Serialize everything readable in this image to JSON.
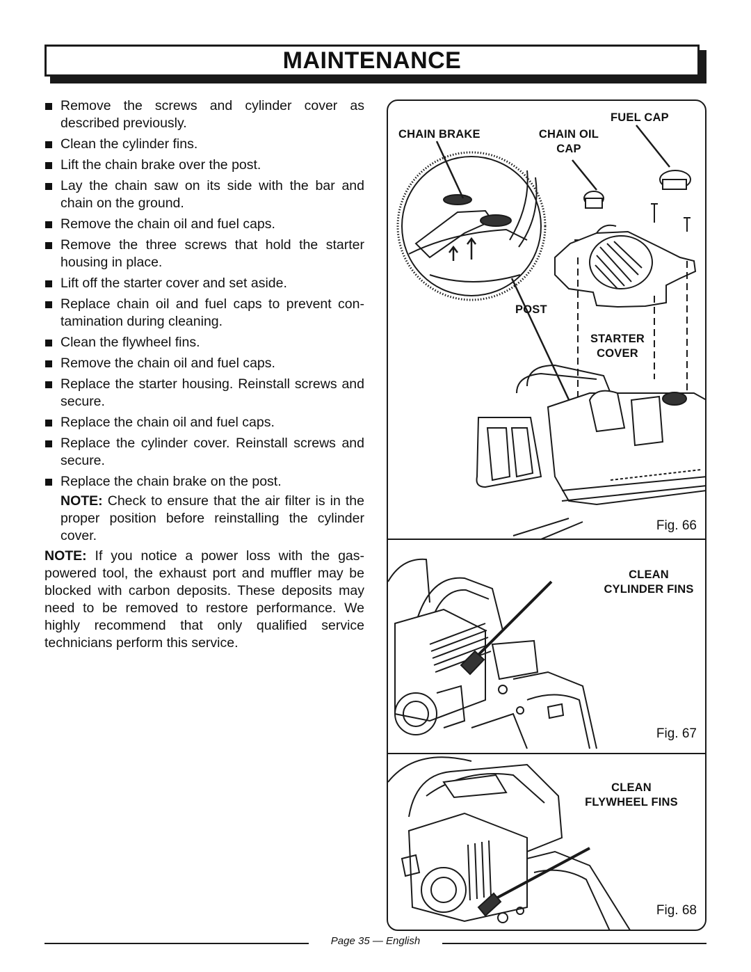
{
  "header": {
    "title": "MAINTENANCE"
  },
  "steps": [
    "Remove the screws and cylinder cover as described previously.",
    "Clean the cylinder fins.",
    "Lift the chain brake over the post.",
    "Lay the chain saw on its side with the bar and chain on the ground.",
    "Remove the chain oil and fuel caps.",
    "Remove the three screws that hold the starter housing in place.",
    "Lift off the starter cover and set aside.",
    "Replace chain oil and fuel caps to prevent con-tamination during cleaning.",
    "Clean the flywheel fins.",
    "Remove the chain oil and fuel caps.",
    "Replace the starter housing. Reinstall screws and secure.",
    "Replace the chain oil and fuel caps.",
    "Replace the cylinder cover. Reinstall screws and secure.",
    "Replace the chain brake on the post."
  ],
  "note_1": {
    "label": "NOTE:",
    "text": " Check to ensure that the air filter is in the proper position before reinstalling the cylinder cover."
  },
  "note_2": {
    "label": "NOTE:",
    "text": " If you notice a power loss with the gas-powered tool, the exhaust port and muffler may be blocked with carbon deposits. These deposits may need to be removed to restore performance. We highly recommend that only qualified service technicians perform this service."
  },
  "figures": {
    "fig66": {
      "caption": "Fig. 66",
      "labels": {
        "fuel_cap": "FUEL CAP",
        "chain_brake": "CHAIN BRAKE",
        "chain_oil_cap_1": "CHAIN OIL",
        "chain_oil_cap_2": "CAP",
        "post": "POST",
        "starter_cover_1": "STARTER",
        "starter_cover_2": "COVER"
      }
    },
    "fig67": {
      "caption": "Fig. 67",
      "label_1": "CLEAN",
      "label_2": "CYLINDER FINS"
    },
    "fig68": {
      "caption": "Fig. 68",
      "label_1": "CLEAN",
      "label_2": "FLYWHEEL FINS"
    }
  },
  "footer": {
    "text": "Page 35 — English"
  }
}
